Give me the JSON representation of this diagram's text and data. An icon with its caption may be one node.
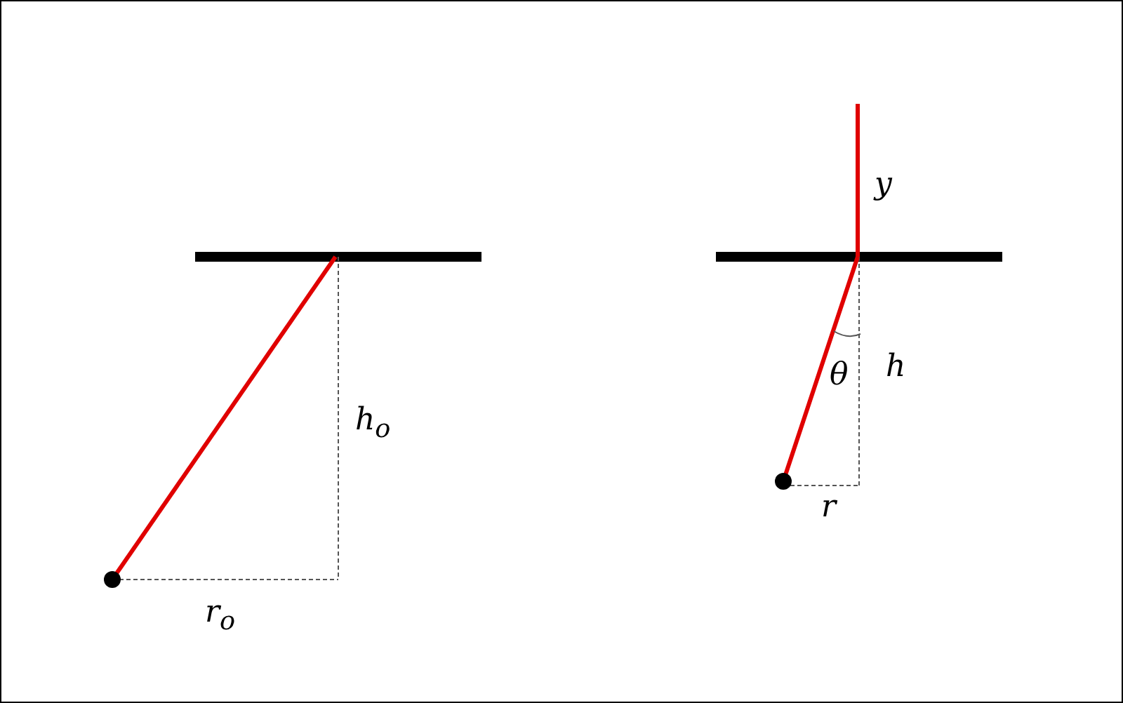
{
  "diagram": {
    "labels": [
      "h$_{o}$",
      "r$_{o}$",
      "y",
      "θ",
      "h",
      "r"
    ]
  }
}
